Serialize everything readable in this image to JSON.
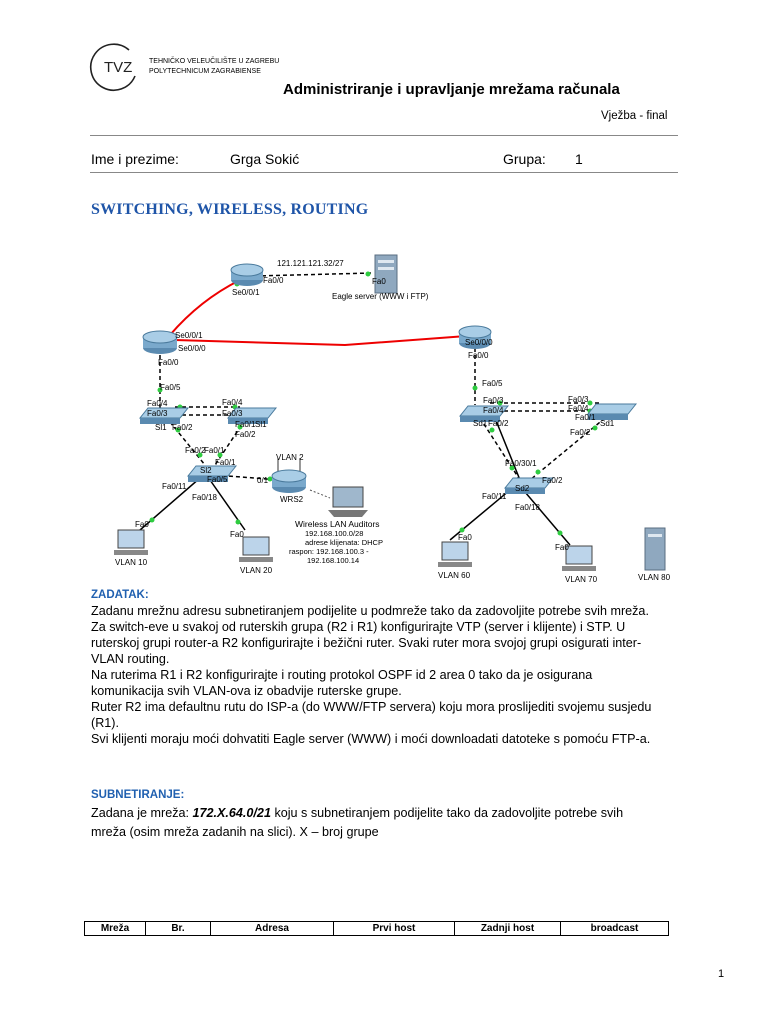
{
  "header": {
    "logo_text": "TVZ",
    "institution_line1": "TEHNIČKO VELEUČILIŠTE U ZAGREBU",
    "institution_line2": "POLYTECHNICUM ZAGRABIENSE",
    "course_title": "Administriranje i upravljanje mrežama računala",
    "exercise": "Vježba - final"
  },
  "student": {
    "name_label": "Ime i prezime:",
    "name_value": "Grga Sokić",
    "group_label": "Grupa:",
    "group_value": "1"
  },
  "section_title": "SWITCHING, WIRELESS, ROUTING",
  "diagram": {
    "labels": {
      "net_isp": "121.121.121.32/27",
      "eagle": "Eagle server (WWW i FTP)",
      "se001_top": "Se0/0/1",
      "fa0_top": "Fa0",
      "fa00_isp": "Fa0/0",
      "r2_se001": "Se0/0/1",
      "r2_se000": "Se0/0/0",
      "r2_fa00": "Fa0/0",
      "r1_se000": "Se0/0/0",
      "r1_fa00": "Fa0/0",
      "sw_l_fa05": "Fa0/5",
      "sw_l_fa04": "Fa0/4",
      "sw_l_fa03": "Fa0/3",
      "sw_l_fa04b": "Fa0/4",
      "sw_l_fa03b": "Fa0/3",
      "sw_l_fa01": "Fa0/1",
      "sw_l_fa01b": "Fa0/1",
      "sw_l_fa02": "Fa0/2",
      "sw_l_fa02b": "Fa0/2",
      "sw_l_fa02c": "Fa0/2",
      "sl1": "Sl1",
      "sl1b": "Sl1",
      "sl2": "Sl2",
      "sl2_fa01": "Fa0/1",
      "sl2_fa05": "Fa0/5",
      "sl2_fa011": "Fa0/11",
      "sl2_fa018": "Fa0/18",
      "sl2_fa02": "Fa0/2",
      "vlan2": "VLAN 2",
      "wrs_port": "0/1",
      "wrs2": "WRS2",
      "wireless_title": "Wireless LAN Auditors",
      "wireless_l1": "192.168.100.0/28",
      "wireless_l2": "adrese klijenata: DHCP",
      "wireless_l3": "raspon: 192.168.100.3 -",
      "wireless_l4": "192.168.100.14",
      "pc1_fa": "Fa0",
      "pc2_fa": "Fa0",
      "vlan10": "VLAN 10",
      "vlan20": "VLAN 20",
      "sr_fa05": "Fa0/5",
      "sr_fa03": "Fa0/3",
      "sr_fa04": "Fa0/4",
      "sr_fa03b": "Fa0/3",
      "sr_fa04b": "Fa0/4",
      "sr_fa02": "Fa0/2",
      "sr_fa01": "Fa0/1",
      "sr_fa02b": "Fa0/2",
      "sd1": "Sd1",
      "sd1b": "Sd1",
      "sd2": "Sd2",
      "sd2_fa030": "Fa0/30/1",
      "sd2_fa02": "Fa0/2",
      "sd2_fa011": "Fa0/11",
      "sd2_fa018": "Fa0/18",
      "pc3_fa": "Fa0",
      "pc4_fa": "Fa0",
      "vlan60": "VLAN 60",
      "vlan70": "VLAN 70",
      "vlan80": "VLAN 80"
    }
  },
  "zadatak": {
    "heading": "ZADATAK:",
    "lines": [
      "Zadanu mrežnu adresu subnetiranjem podijelite u podmreže tako da zadovoljite potrebe svih mreža.",
      "Za switch-eve u svakoj od ruterskih grupa (R2 i R1) konfigurirajte VTP (server i klijente) i STP. U",
      "ruterskoj grupi router-a R2 konfigurirajte i bežični ruter. Svaki ruter mora svojoj grupi osigurati inter-",
      "VLAN routing.",
      "Na ruterima R1 i R2 konfigurirajte i routing protokol OSPF id 2 area 0 tako da je osigurana",
      "komunikacija svih VLAN-ova iz obadvije ruterske grupe.",
      "Ruter R2 ima defaultnu rutu do ISP-a (do WWW/FTP servera) koju mora proslijediti svojemu susjedu",
      "(R1).",
      "Svi klijenti moraju moći dohvatiti Eagle server (WWW) i moći downloadati datoteke s pomoću FTP-a."
    ]
  },
  "subnetiranje": {
    "heading": "SUBNETIRANJE:",
    "line1_a": "Zadana je mreža: ",
    "line1_b": "172.X.64.0/21",
    "line1_c": " koju s subnetiranjem podijelite tako da zadovoljite potrebe svih",
    "line2": "mreža (osim mreža zadanih na slici). X – broj grupe"
  },
  "table": {
    "headers": [
      "Mreža",
      "Br.",
      "Adresa",
      "Prvi host",
      "Zadnji host",
      "broadcast"
    ]
  },
  "page_number": "1"
}
